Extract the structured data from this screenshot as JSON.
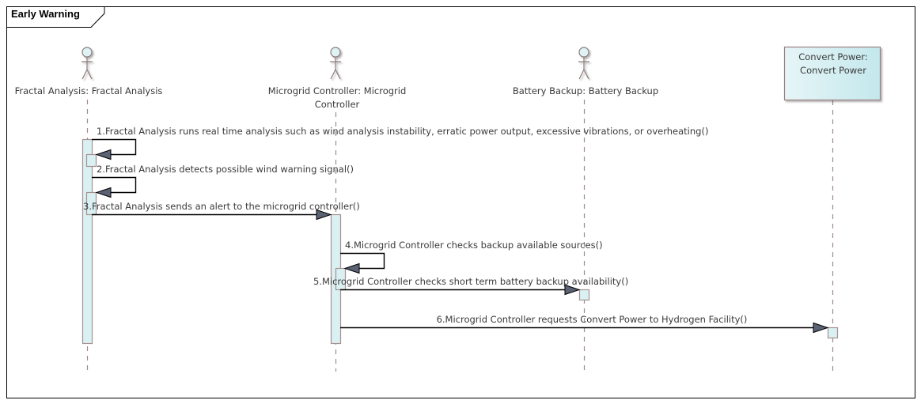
{
  "frame": {
    "title": "Early Warning"
  },
  "colors": {
    "lifeline": "#a08a8a",
    "activation_fill": "#daf1f3",
    "activation_stroke": "#a89090",
    "arrowhead": "#5a6273",
    "box_fill_start": "#e6f5f7",
    "box_fill_end": "#c4e8ec"
  },
  "participants": [
    {
      "id": "fractal",
      "kind": "actor",
      "label_lines": [
        "Fractal Analysis: Fractal Analysis"
      ]
    },
    {
      "id": "microgrid",
      "kind": "actor",
      "label_lines": [
        "Microgrid Controller: Microgrid",
        "Controller"
      ]
    },
    {
      "id": "battery",
      "kind": "actor",
      "label_lines": [
        "Battery Backup: Battery Backup"
      ]
    },
    {
      "id": "convert",
      "kind": "box",
      "label_lines": [
        "Convert Power:",
        "Convert Power"
      ]
    }
  ],
  "messages": [
    {
      "n": 1,
      "from": "fractal",
      "to": "fractal",
      "text": "1.Fractal Analysis runs real time analysis such as wind analysis instability, erratic power output, excessive vibrations, or overheating()"
    },
    {
      "n": 2,
      "from": "fractal",
      "to": "fractal",
      "text": "2.Fractal Analysis detects possible wind warning signal()"
    },
    {
      "n": 3,
      "from": "fractal",
      "to": "microgrid",
      "text": "3.Fractal Analysis sends an alert to the microgrid controller()"
    },
    {
      "n": 4,
      "from": "microgrid",
      "to": "microgrid",
      "text": "4.Microgrid Controller checks backup available sources()"
    },
    {
      "n": 5,
      "from": "microgrid",
      "to": "battery",
      "text": "5.Microgrid Controller checks short term battery backup availability()"
    },
    {
      "n": 6,
      "from": "microgrid",
      "to": "convert",
      "text": "6.Microgrid Controller requests Convert Power to Hydrogen Facility()"
    }
  ]
}
